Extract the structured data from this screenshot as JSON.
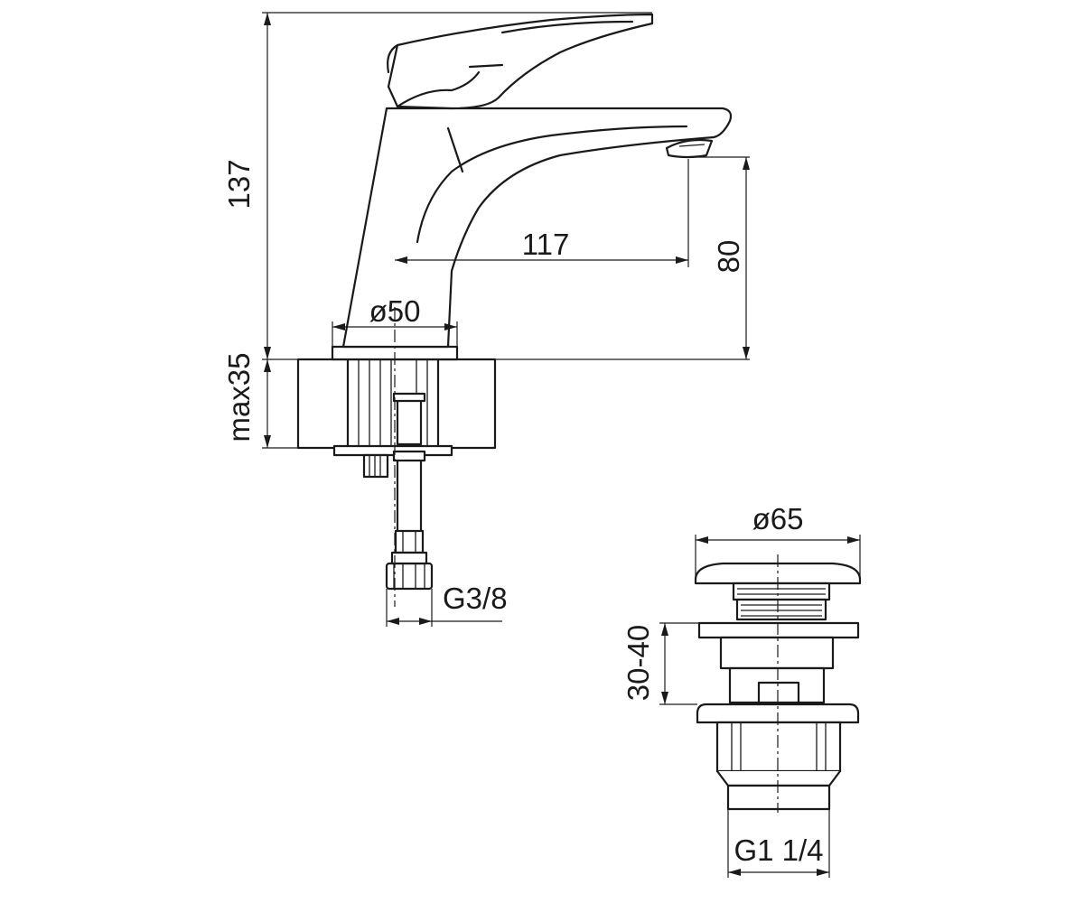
{
  "dimensions": {
    "total_height": "137",
    "spout_reach": "117",
    "spout_height": "80",
    "base_diameter": "ø50",
    "max_counter_thickness": "max35",
    "supply_thread": "G3/8",
    "waste_cap_diameter": "ø65",
    "waste_adjust_range": "30-40",
    "waste_thread": "G1 1/4"
  },
  "colors": {
    "line": "#1a1a1a",
    "background": "#ffffff"
  }
}
